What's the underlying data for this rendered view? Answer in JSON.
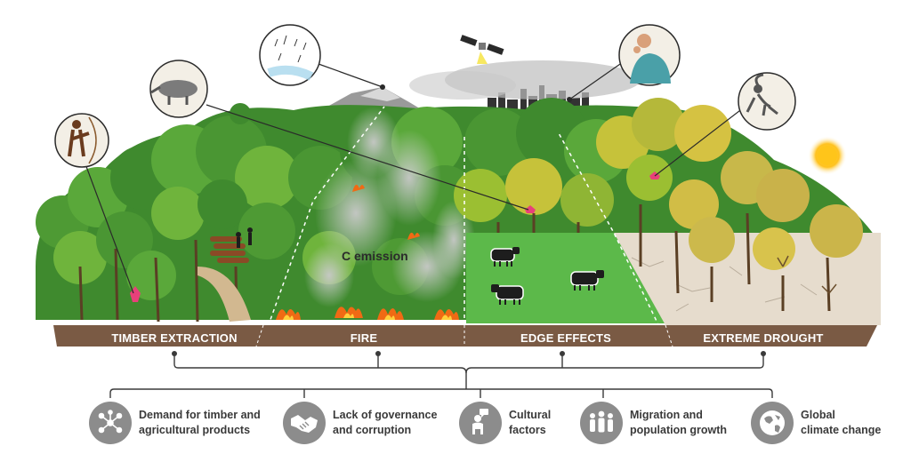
{
  "bands": {
    "timber": "TIMBER EXTRACTION",
    "fire": "FIRE",
    "edge": "EDGE EFFECTS",
    "drought": "EXTREME DROUGHT"
  },
  "annotation": {
    "c_emission": "C emission"
  },
  "drivers": [
    {
      "line1": "Demand for timber and",
      "line2": "agricultural products",
      "icon": "network-icon"
    },
    {
      "line1": "Lack of governance",
      "line2": "and corruption",
      "icon": "handshake-icon"
    },
    {
      "line1": "Cultural",
      "line2": "factors",
      "icon": "person-speech-icon"
    },
    {
      "line1": "Migration and",
      "line2": "population growth",
      "icon": "group-people-icon"
    },
    {
      "line1": "Global",
      "line2": "climate change",
      "icon": "globe-icon"
    }
  ],
  "colors": {
    "band": "#7a5a44",
    "forest": "#3f8a2e",
    "forest_light": "#6fb43c",
    "pasture": "#5cb94a",
    "drought_tree": "#c9b24a",
    "dry_ground": "#e6dccd",
    "fire": "#f06a14",
    "smoke": "#b8b8b8",
    "connector": "#3a3a3a",
    "icon_bg": "#8c8c8c"
  }
}
